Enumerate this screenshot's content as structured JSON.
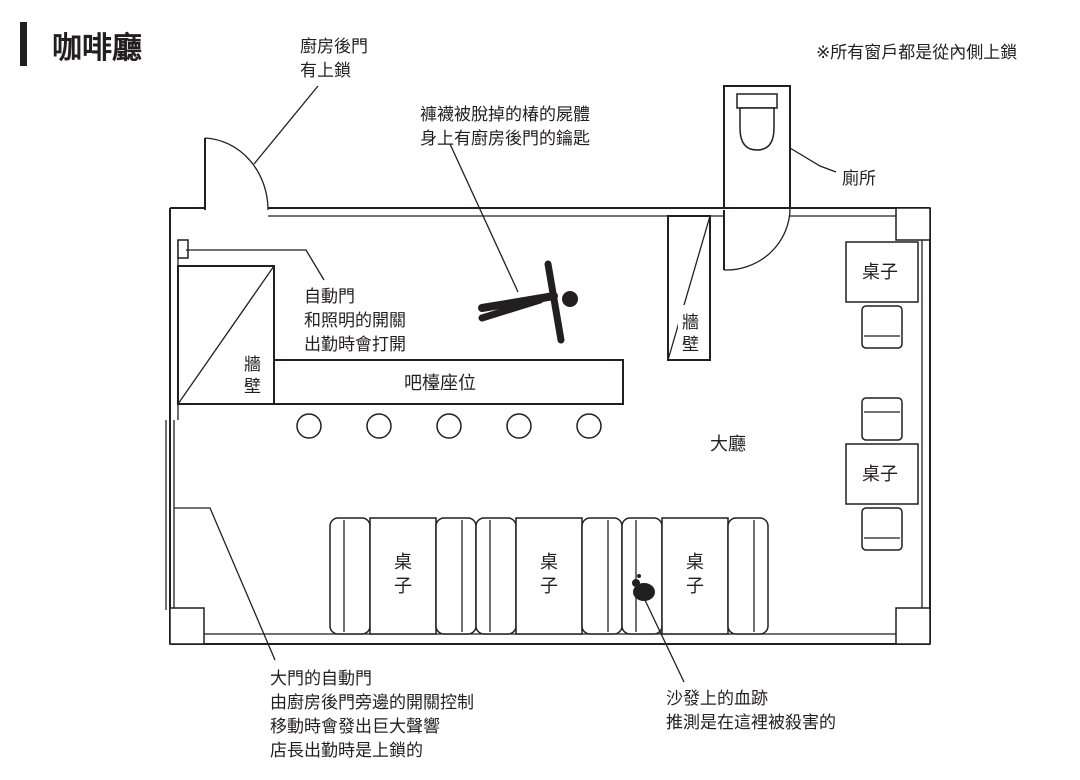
{
  "title": "咖啡廳",
  "note": "※所有窗戶都是從內側上鎖",
  "labels": {
    "kitchen_door": [
      "廚房後門",
      "有上鎖"
    ],
    "body": [
      "褲襪被脫掉的椿的屍體",
      "身上有廚房後門的鑰匙"
    ],
    "toilet": "廁所",
    "auto_door_light": [
      "自動門",
      "和照明的開關",
      "出勤時會打開"
    ],
    "wall_left": [
      "牆",
      "壁"
    ],
    "wall_right": [
      "牆",
      "壁"
    ],
    "bar_seats": "吧檯座位",
    "hall": "大廳",
    "table": "桌子",
    "booth_table": [
      "桌",
      "子"
    ],
    "front_door": [
      "大門的自動門",
      "由廚房後門旁邊的開關控制",
      "移動時會發出巨大聲響",
      "店長出勤時是上鎖的"
    ],
    "blood": [
      "沙發上的血跡",
      "推測是在這裡被殺害的"
    ]
  },
  "colors": {
    "ink": "#231f20",
    "background": "#ffffff"
  }
}
